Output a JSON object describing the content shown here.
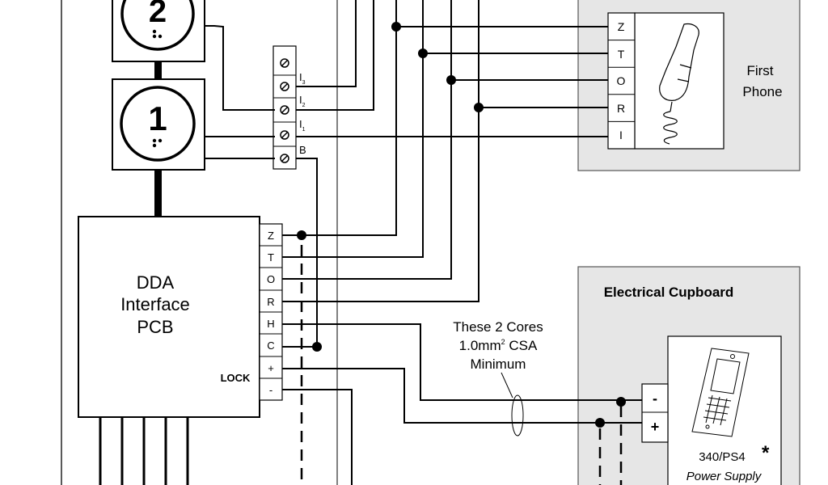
{
  "buttons": {
    "button_2": {
      "number": "2"
    },
    "button_1": {
      "number": "1"
    }
  },
  "terminal_block": {
    "labels": [
      "I",
      "I",
      "I",
      "B"
    ],
    "subscripts": [
      "3",
      "2",
      "1",
      ""
    ]
  },
  "pcb": {
    "title_lines": [
      "DDA",
      "Interface",
      "PCB"
    ],
    "terminals": [
      "Z",
      "T",
      "O",
      "R",
      "H",
      "C",
      "+",
      "-"
    ],
    "lock_label": "LOCK"
  },
  "phone": {
    "terminals": [
      "Z",
      "T",
      "O",
      "R",
      "I"
    ],
    "label_lines": [
      "First",
      "Phone"
    ]
  },
  "cupboard": {
    "title": "Electrical Cupboard",
    "terminals": [
      "-",
      "+"
    ],
    "model": "340/PS4",
    "model_mark": "*",
    "model_subtitle": "Power Supply"
  },
  "cores_note": {
    "line1": "These 2 Cores",
    "line2_value": "1.0mm",
    "line2_sup": "2",
    "line2_unit": " CSA",
    "line3": "Minimum"
  },
  "colors": {
    "wire": "#000000",
    "panel_fill": "#e6e6e6",
    "panel_border": "#555555"
  }
}
